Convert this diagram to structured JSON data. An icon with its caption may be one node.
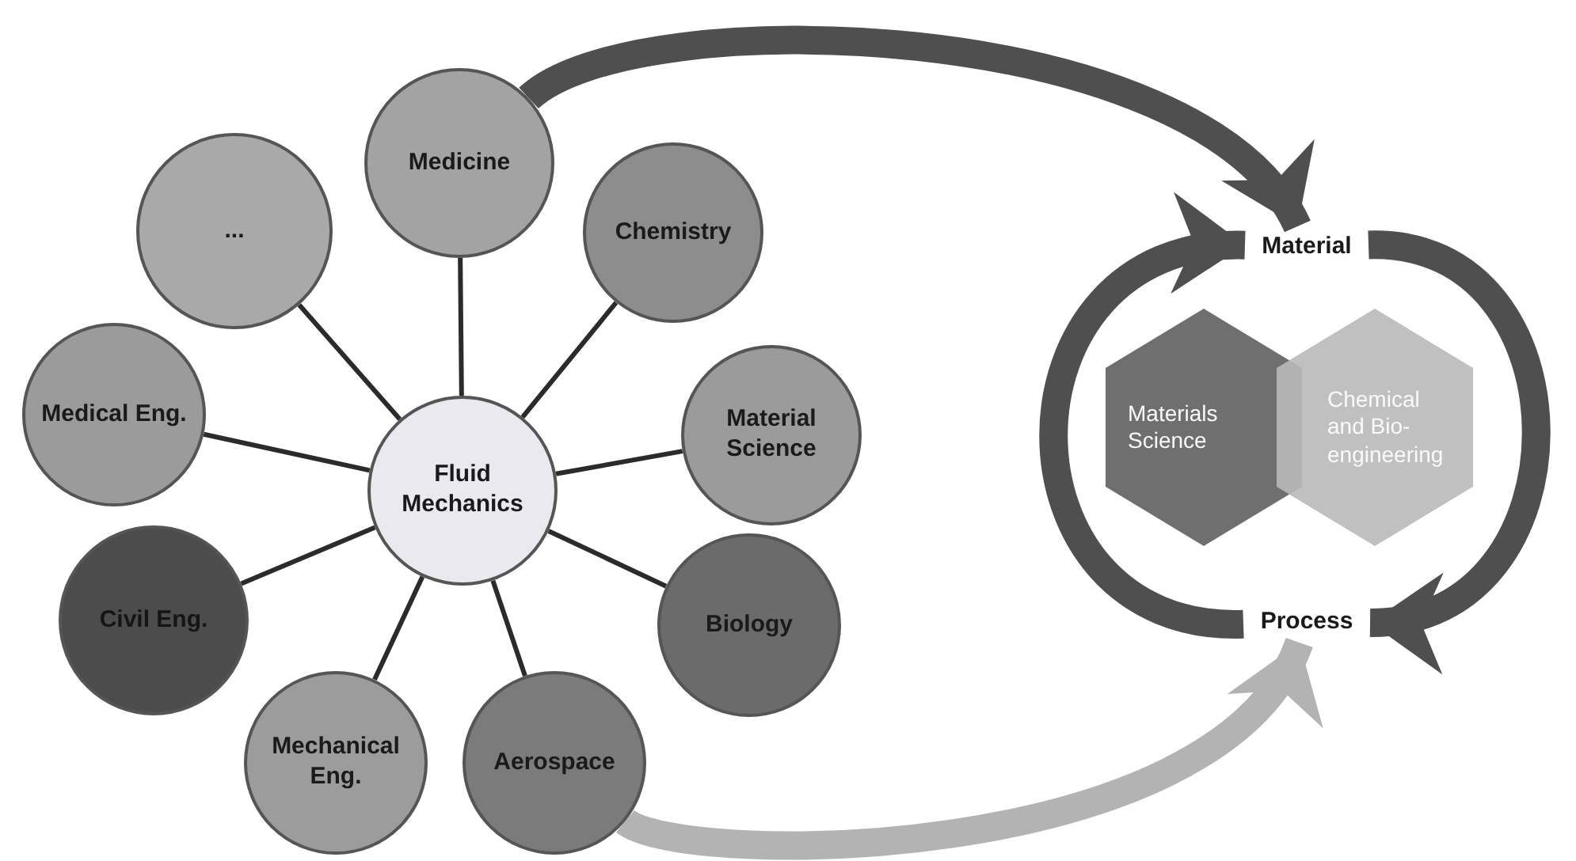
{
  "diagram": {
    "nodes": [
      {
        "text": [
          "Fluid Mechanics"
        ]
      },
      {
        "text": [
          "Medicine"
        ]
      },
      {
        "text": [
          "Chemistry"
        ]
      },
      {
        "text": [
          "Material Science"
        ]
      },
      {
        "text": [
          "Biology"
        ]
      },
      {
        "text": [
          "Aerospace"
        ]
      },
      {
        "text": [
          "Mechanical Eng."
        ]
      },
      {
        "text": [
          "Civil Eng."
        ]
      },
      {
        "text": [
          "Medical Eng."
        ]
      },
      {
        "text": [
          "..."
        ]
      },
      {
        "text": [
          "Material"
        ]
      },
      {
        "text": [
          "Process"
        ]
      },
      {
        "text": [
          "Materials Science"
        ]
      },
      {
        "text": [
          "Chemical and Bio-engineering"
        ]
      }
    ],
    "edges": [
      {
        "from": 0,
        "to": 1,
        "arrow": "none"
      },
      {
        "from": 0,
        "to": 2,
        "arrow": "none"
      },
      {
        "from": 0,
        "to": 3,
        "arrow": "none"
      },
      {
        "from": 0,
        "to": 4,
        "arrow": "none"
      },
      {
        "from": 0,
        "to": 5,
        "arrow": "none"
      },
      {
        "from": 0,
        "to": 6,
        "arrow": "none"
      },
      {
        "from": 0,
        "to": 7,
        "arrow": "none"
      },
      {
        "from": 0,
        "to": 8,
        "arrow": "none"
      },
      {
        "from": 0,
        "to": 9,
        "arrow": "none"
      },
      {
        "from": 1,
        "to": 10,
        "arrow": "to",
        "style": "thick"
      },
      {
        "from": 5,
        "to": 11,
        "arrow": "to",
        "style": "thick",
        "color": "#b3b3b3"
      },
      {
        "from": 11,
        "to": 10,
        "arrow": "to",
        "style": "thick"
      },
      {
        "from": 10,
        "to": 11,
        "arrow": "to",
        "style": "thick"
      }
    ]
  }
}
